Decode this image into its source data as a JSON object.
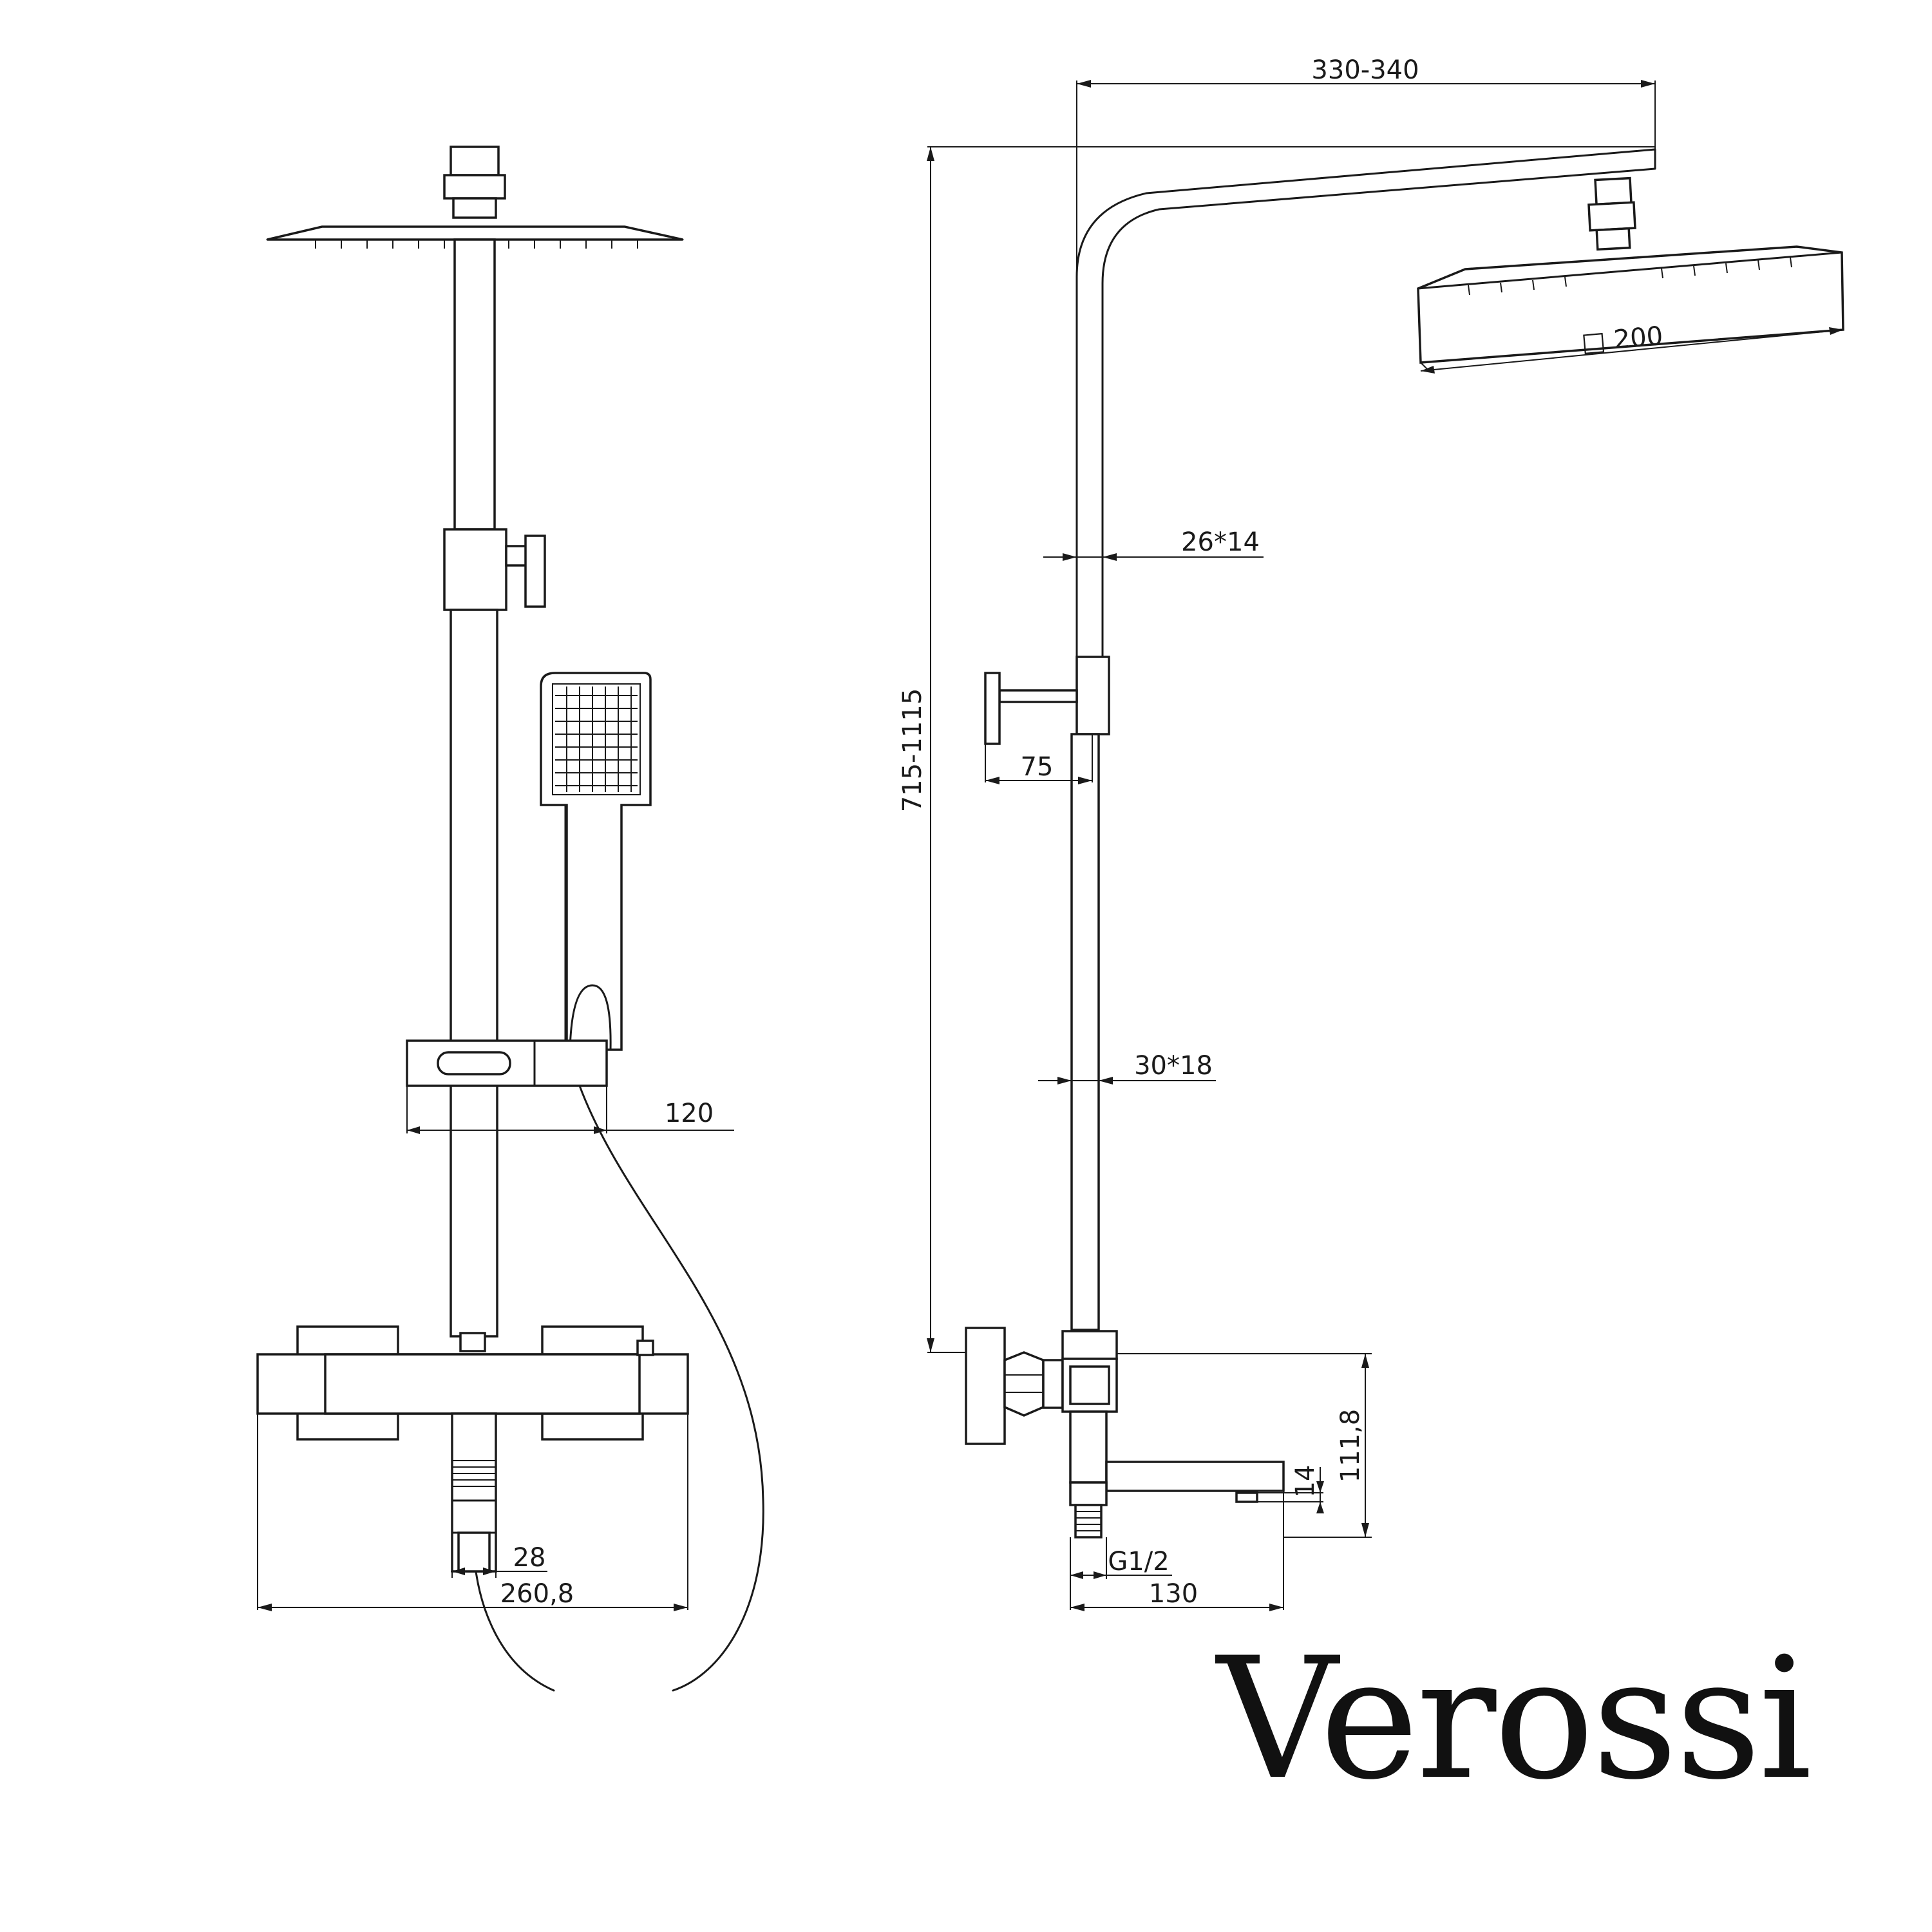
{
  "brand": "Verossi",
  "dimensions": {
    "arm_reach": "330-340",
    "head_size": "□ 200",
    "upper_tube": "26*14",
    "lower_tube": "30*18",
    "riser_height": "715-1115",
    "handset_holder": "75",
    "slider_reach": "120",
    "outlet_width": "28",
    "valve_width": "260,8",
    "inlet_thread": "G1/2",
    "spout_projection": "130",
    "spout_height": "111,8",
    "spout_outlet": "14"
  }
}
